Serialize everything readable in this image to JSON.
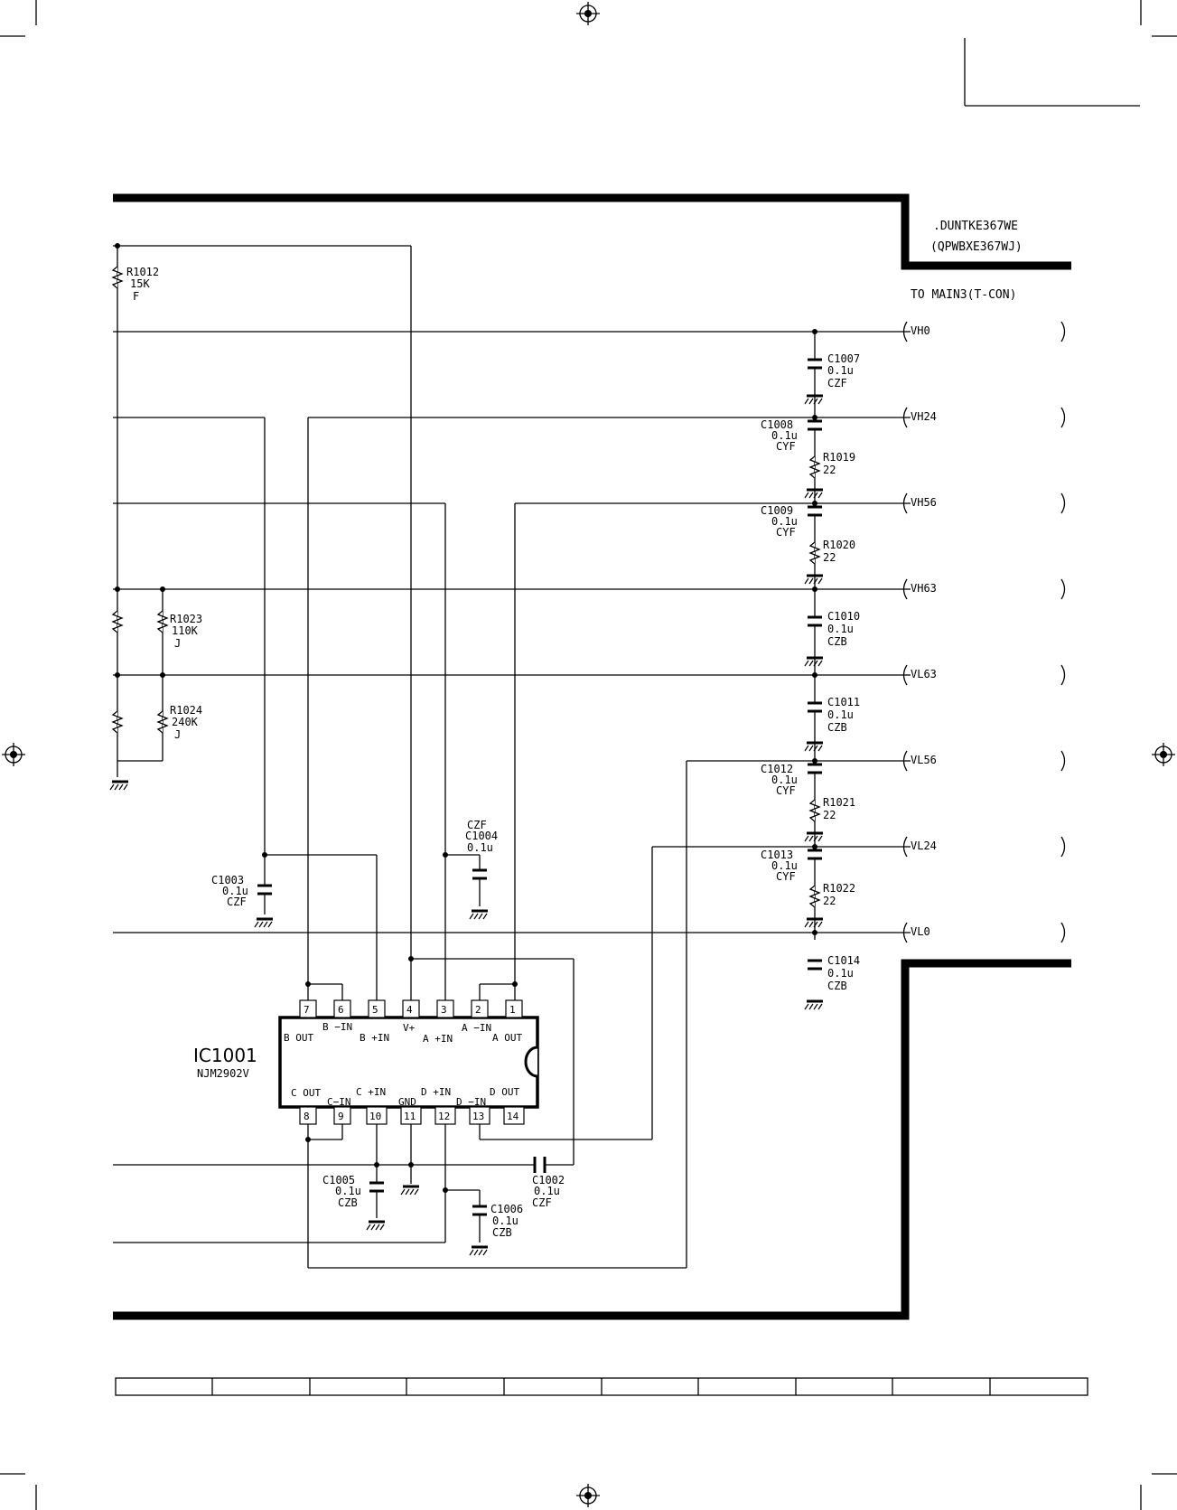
{
  "board": {
    "code": ".DUNTKE367WE",
    "pwb": "(QPWBXE367WJ)",
    "connector_title": "TO MAIN3(T-CON)"
  },
  "connector_pins": [
    {
      "name": "VH0"
    },
    {
      "name": "VH24"
    },
    {
      "name": "VH56"
    },
    {
      "name": "VH63"
    },
    {
      "name": "VL63"
    },
    {
      "name": "VL56"
    },
    {
      "name": "VL24"
    },
    {
      "name": "VL0"
    }
  ],
  "components": {
    "R1012": [
      "R1012",
      "15K",
      "F"
    ],
    "R1023": [
      "R1023",
      "110K",
      "J"
    ],
    "R1024": [
      "R1024",
      "240K",
      "J"
    ],
    "C1003": [
      "C1003",
      "0.1u",
      "CZF"
    ],
    "C1004": [
      "CZF",
      "C1004",
      "0.1u"
    ],
    "C1007": [
      "C1007",
      "0.1u",
      "CZF"
    ],
    "C1008": [
      "C1008",
      "0.1u",
      "CYF"
    ],
    "R1019": [
      "R1019",
      "22"
    ],
    "C1009": [
      "C1009",
      "0.1u",
      "CYF"
    ],
    "R1020": [
      "R1020",
      "22"
    ],
    "C1010": [
      "C1010",
      "0.1u",
      "CZB"
    ],
    "C1011": [
      "C1011",
      "0.1u",
      "CZB"
    ],
    "C1012": [
      "C1012",
      "0.1u",
      "CYF"
    ],
    "R1021": [
      "R1021",
      "22"
    ],
    "C1013": [
      "C1013",
      "0.1u",
      "CYF"
    ],
    "R1022": [
      "R1022",
      "22"
    ],
    "C1014": [
      "C1014",
      "0.1u",
      "CZB"
    ],
    "C1005": [
      "C1005",
      "0.1u",
      "CZB"
    ],
    "C1006": [
      "C1006",
      "0.1u",
      "CZB"
    ],
    "C1002": [
      "C1002",
      "0.1u",
      "CZF"
    ]
  },
  "ic": {
    "ref": "IC1001",
    "part": "NJM2902V",
    "top_pins": [
      "7",
      "6",
      "5",
      "4",
      "3",
      "2",
      "1"
    ],
    "bottom_pins": [
      "8",
      "9",
      "10",
      "11",
      "12",
      "13",
      "14"
    ],
    "labels": {
      "b_out": "B OUT",
      "b_minus_in": "B −IN",
      "b_plus_in": "B +IN",
      "vplus": "V+",
      "a_plus_in": "A +IN",
      "a_minus_in": "A −IN",
      "a_out": "A OUT",
      "c_out": "C OUT",
      "c_minus_in": "C−IN",
      "c_plus_in": "C +IN",
      "gnd": "GND",
      "d_plus_in": "D +IN",
      "d_minus_in": "D −IN",
      "d_out": "D OUT"
    }
  }
}
